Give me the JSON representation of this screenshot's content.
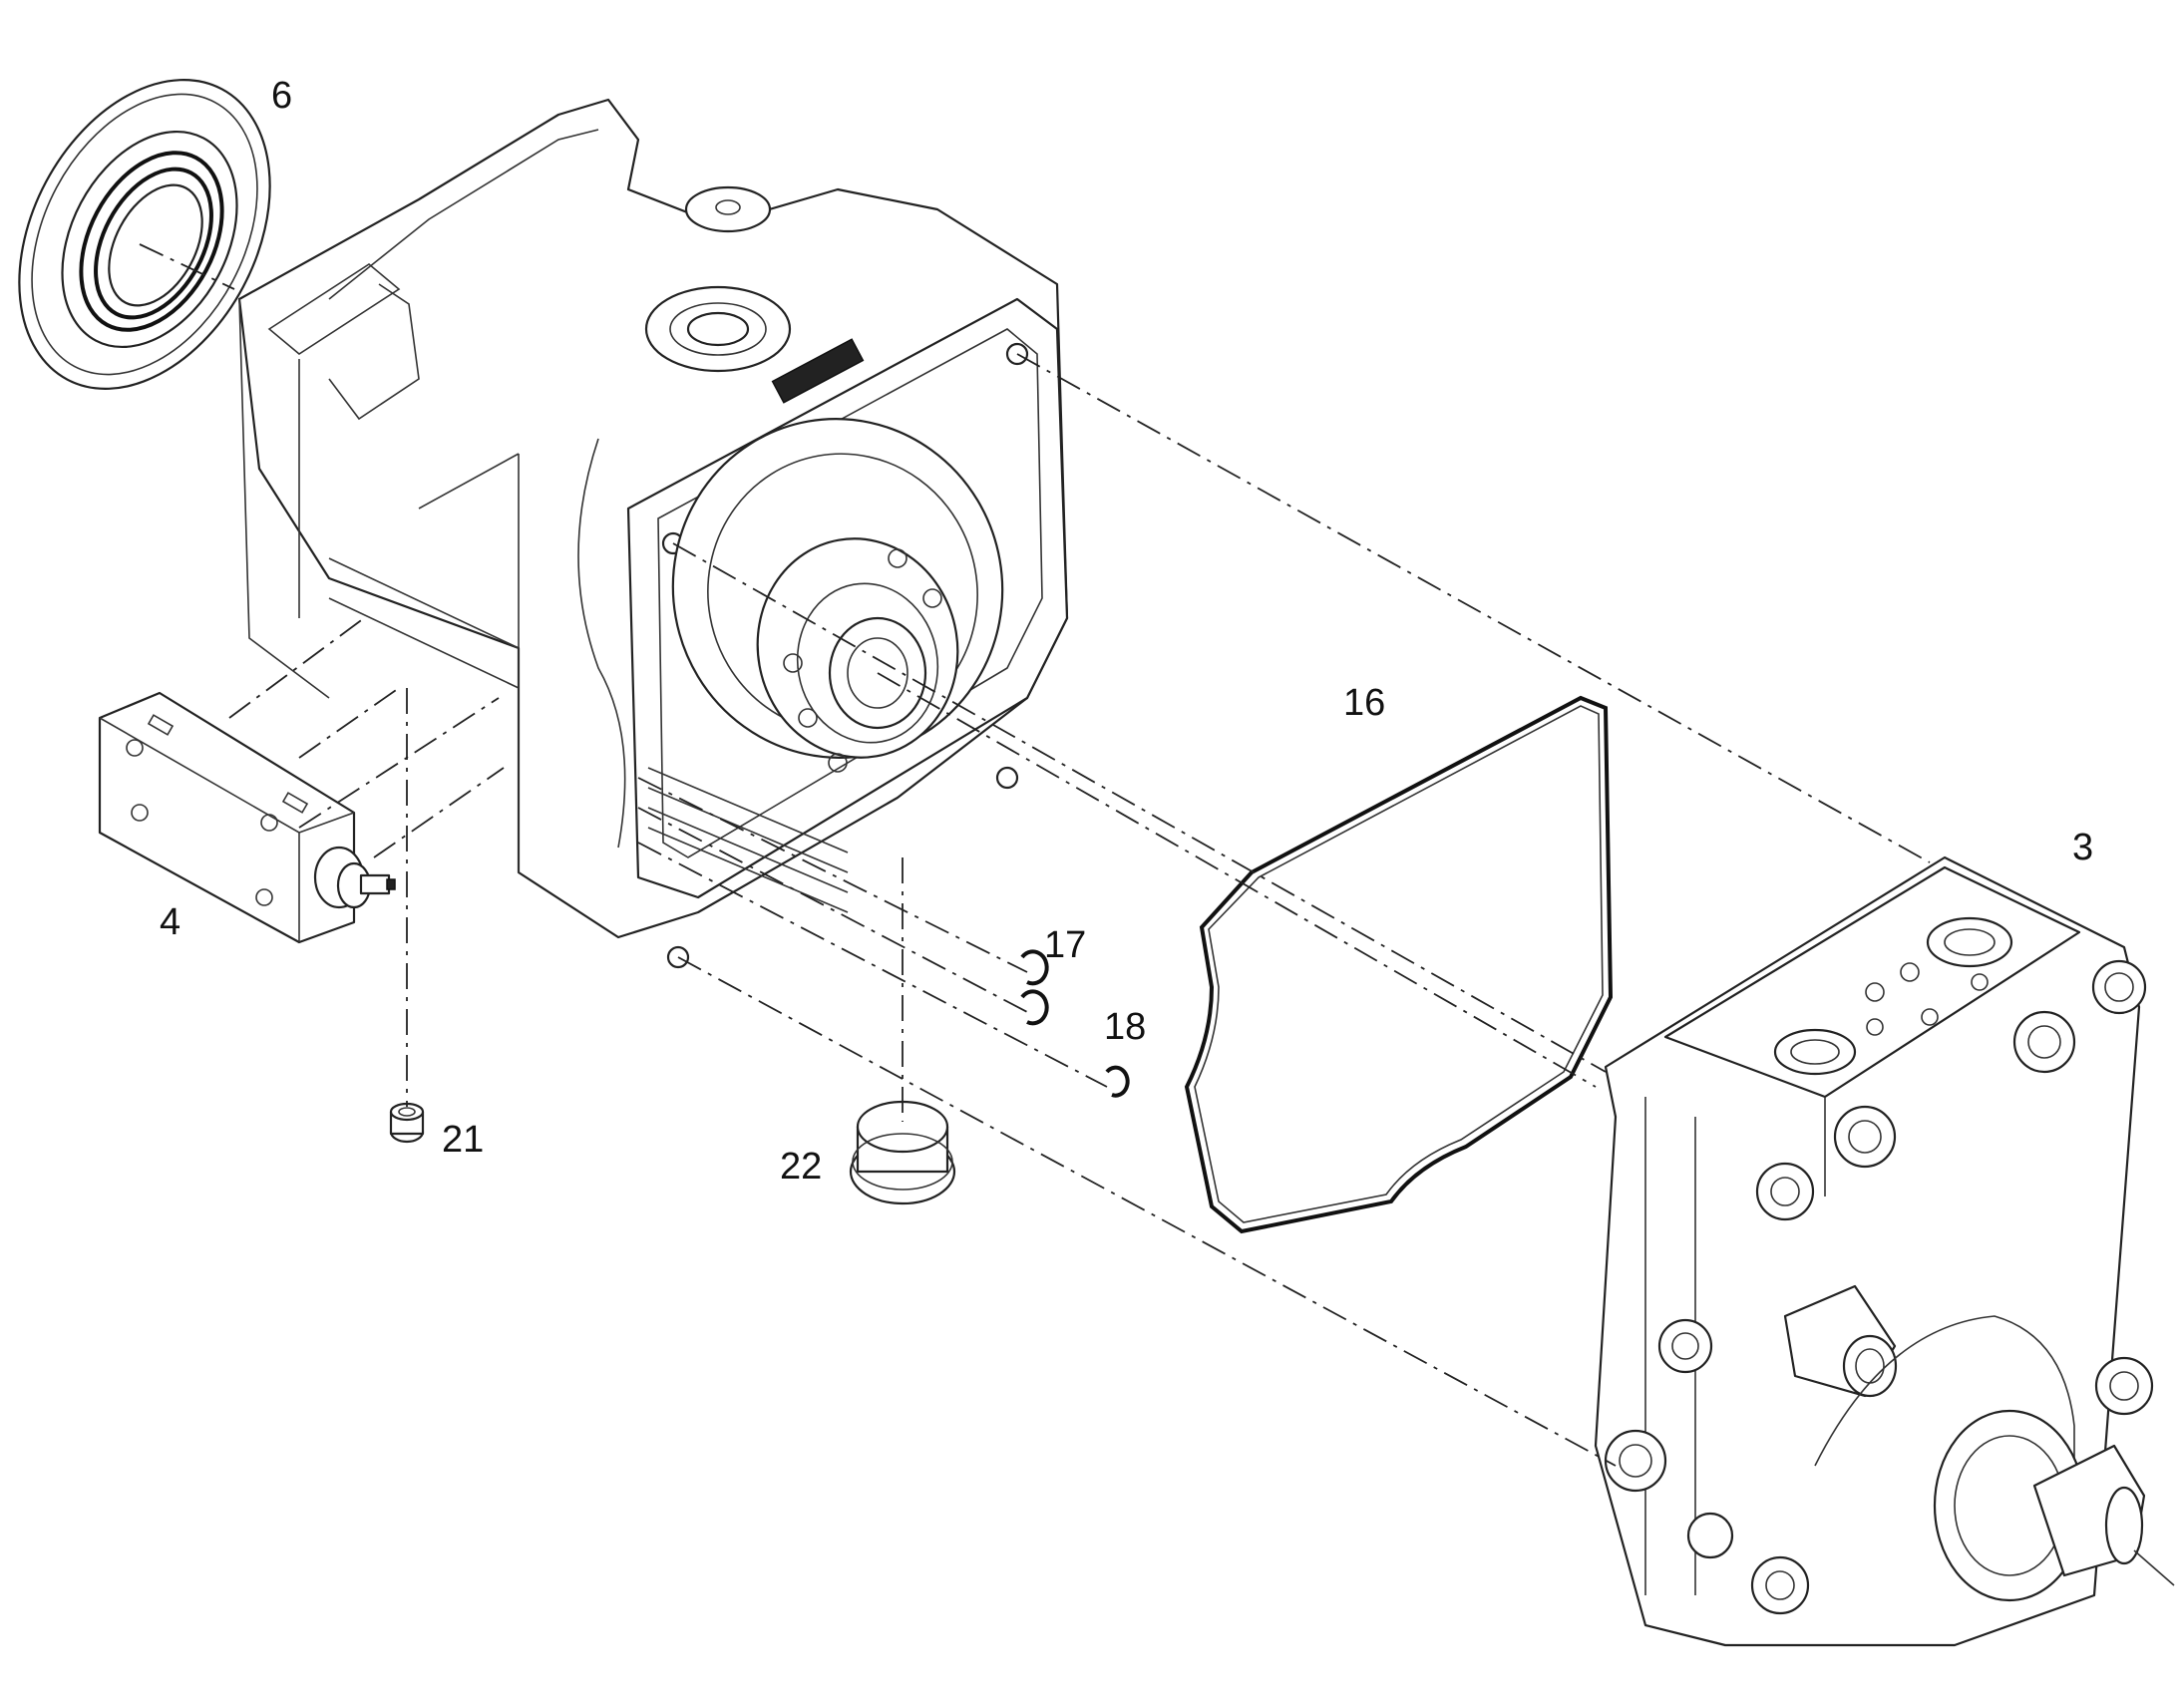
{
  "parts": [
    {
      "id": "part-6",
      "number": "6"
    },
    {
      "id": "part-16",
      "number": "16"
    },
    {
      "id": "part-3",
      "number": "3"
    },
    {
      "id": "part-4",
      "number": "4"
    },
    {
      "id": "part-17",
      "number": "17"
    },
    {
      "id": "part-18",
      "number": "18"
    },
    {
      "id": "part-21",
      "number": "21"
    },
    {
      "id": "part-22",
      "number": "22"
    }
  ]
}
